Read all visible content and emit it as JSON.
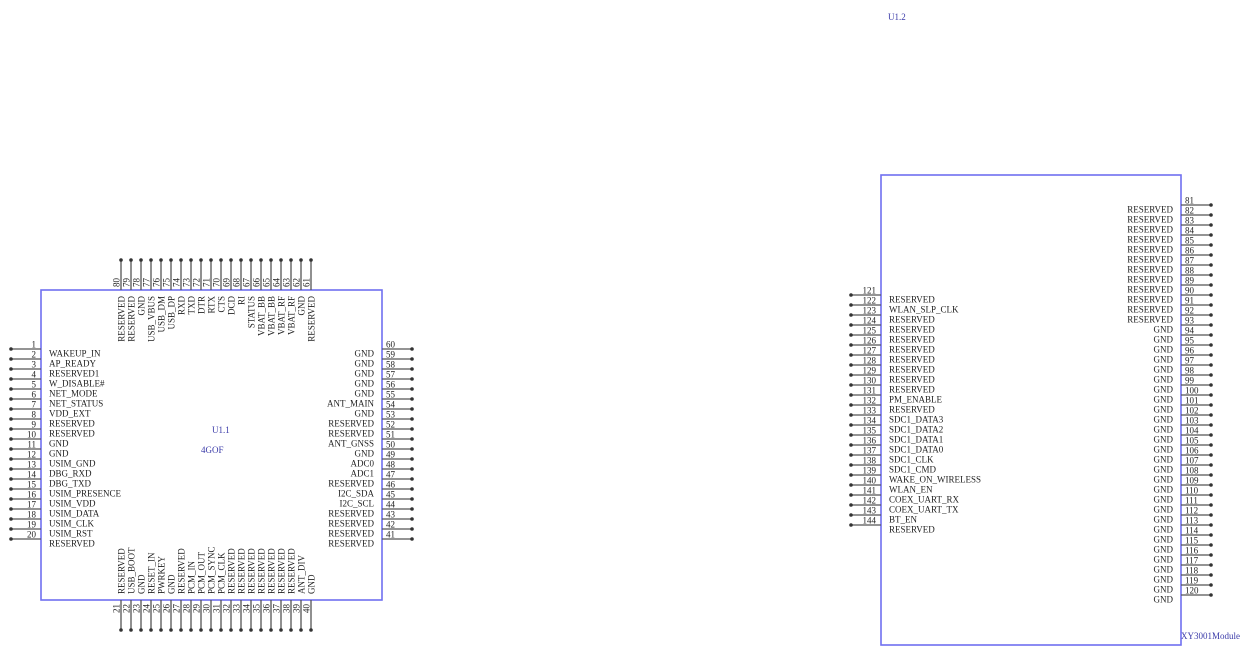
{
  "components": {
    "u11": {
      "ref": "U1.1",
      "value": "4GOF",
      "left_pins": [
        {
          "num": "1",
          "name": "WAKEUP_IN"
        },
        {
          "num": "2",
          "name": "AP_READY"
        },
        {
          "num": "3",
          "name": "RESERVED1"
        },
        {
          "num": "4",
          "name": "W_DISABLE#"
        },
        {
          "num": "5",
          "name": "NET_MODE"
        },
        {
          "num": "6",
          "name": "NET_STATUS"
        },
        {
          "num": "7",
          "name": "VDD_EXT"
        },
        {
          "num": "8",
          "name": "RESERVED"
        },
        {
          "num": "9",
          "name": "RESERVED"
        },
        {
          "num": "10",
          "name": "GND"
        },
        {
          "num": "11",
          "name": "GND"
        },
        {
          "num": "12",
          "name": "USIM_GND"
        },
        {
          "num": "13",
          "name": "DBG_RXD"
        },
        {
          "num": "14",
          "name": "DBG_TXD"
        },
        {
          "num": "15",
          "name": "USIM_PRESENCE"
        },
        {
          "num": "16",
          "name": "USIM_VDD"
        },
        {
          "num": "17",
          "name": "USIM_DATA"
        },
        {
          "num": "18",
          "name": "USIM_CLK"
        },
        {
          "num": "19",
          "name": "USIM_RST"
        },
        {
          "num": "20",
          "name": "RESERVED"
        }
      ],
      "bottom_pins": [
        {
          "num": "21",
          "name": "RESERVED"
        },
        {
          "num": "22",
          "name": "USB_BOOT"
        },
        {
          "num": "23",
          "name": "GND"
        },
        {
          "num": "24",
          "name": "RESET_IN"
        },
        {
          "num": "25",
          "name": "PWRKEY"
        },
        {
          "num": "26",
          "name": "GND"
        },
        {
          "num": "27",
          "name": "RESERVED"
        },
        {
          "num": "28",
          "name": "PCM_IN"
        },
        {
          "num": "29",
          "name": "PCM_OUT"
        },
        {
          "num": "30",
          "name": "PCM_SYNC"
        },
        {
          "num": "31",
          "name": "PCM_CLK"
        },
        {
          "num": "32",
          "name": "RESERVED"
        },
        {
          "num": "33",
          "name": "RESERVED"
        },
        {
          "num": "34",
          "name": "RESERVED"
        },
        {
          "num": "35",
          "name": "RESERVED"
        },
        {
          "num": "36",
          "name": "RESERVED"
        },
        {
          "num": "37",
          "name": "RESERVED"
        },
        {
          "num": "38",
          "name": "RESERVED"
        },
        {
          "num": "39",
          "name": "ANT_DIV"
        },
        {
          "num": "40",
          "name": "GND"
        }
      ],
      "right_pins": [
        {
          "num": "60",
          "name": "GND"
        },
        {
          "num": "59",
          "name": "GND"
        },
        {
          "num": "58",
          "name": "GND"
        },
        {
          "num": "57",
          "name": "GND"
        },
        {
          "num": "56",
          "name": "GND"
        },
        {
          "num": "55",
          "name": "ANT_MAIN"
        },
        {
          "num": "54",
          "name": "GND"
        },
        {
          "num": "53",
          "name": "RESERVED"
        },
        {
          "num": "52",
          "name": "RESERVED"
        },
        {
          "num": "51",
          "name": "ANT_GNSS"
        },
        {
          "num": "50",
          "name": "GND"
        },
        {
          "num": "49",
          "name": "ADC0"
        },
        {
          "num": "48",
          "name": "ADC1"
        },
        {
          "num": "47",
          "name": "RESERVED"
        },
        {
          "num": "46",
          "name": "I2C_SDA"
        },
        {
          "num": "45",
          "name": "I2C_SCL"
        },
        {
          "num": "44",
          "name": "RESERVED"
        },
        {
          "num": "43",
          "name": "RESERVED"
        },
        {
          "num": "42",
          "name": "RESERVED"
        },
        {
          "num": "41",
          "name": "RESERVED"
        }
      ],
      "top_pins": [
        {
          "num": "80",
          "name": "RESERVED"
        },
        {
          "num": "79",
          "name": "RESERVED"
        },
        {
          "num": "78",
          "name": "GND"
        },
        {
          "num": "77",
          "name": "USB_VBUS"
        },
        {
          "num": "76",
          "name": "USB_DM"
        },
        {
          "num": "75",
          "name": "USB_DP"
        },
        {
          "num": "74",
          "name": "RXD"
        },
        {
          "num": "73",
          "name": "TXD"
        },
        {
          "num": "72",
          "name": "DTR"
        },
        {
          "num": "71",
          "name": "RTX"
        },
        {
          "num": "70",
          "name": "CTS"
        },
        {
          "num": "69",
          "name": "DCD"
        },
        {
          "num": "68",
          "name": "RI"
        },
        {
          "num": "67",
          "name": "STATUS"
        },
        {
          "num": "66",
          "name": "VBAT_BB"
        },
        {
          "num": "65",
          "name": "VBAT_BB"
        },
        {
          "num": "64",
          "name": "VBAT_RF"
        },
        {
          "num": "63",
          "name": "VBAT_RF"
        },
        {
          "num": "62",
          "name": "GND"
        },
        {
          "num": "61",
          "name": "RESERVED"
        }
      ]
    },
    "u12": {
      "ref": "U1.2",
      "value": "XY3001Module",
      "left_pins": [
        {
          "num": "121",
          "name": "RESERVED"
        },
        {
          "num": "122",
          "name": "WLAN_SLP_CLK"
        },
        {
          "num": "123",
          "name": "RESERVED"
        },
        {
          "num": "124",
          "name": "RESERVED"
        },
        {
          "num": "125",
          "name": "RESERVED"
        },
        {
          "num": "126",
          "name": "RESERVED"
        },
        {
          "num": "127",
          "name": "RESERVED"
        },
        {
          "num": "128",
          "name": "RESERVED"
        },
        {
          "num": "129",
          "name": "RESERVED"
        },
        {
          "num": "130",
          "name": "RESERVED"
        },
        {
          "num": "131",
          "name": "PM_ENABLE"
        },
        {
          "num": "132",
          "name": "RESERVED"
        },
        {
          "num": "133",
          "name": "SDC1_DATA3"
        },
        {
          "num": "134",
          "name": "SDC1_DATA2"
        },
        {
          "num": "135",
          "name": "SDC1_DATA1"
        },
        {
          "num": "136",
          "name": "SDC1_DATA0"
        },
        {
          "num": "137",
          "name": "SDC1_CLK"
        },
        {
          "num": "138",
          "name": "SDC1_CMD"
        },
        {
          "num": "139",
          "name": "WAKE_ON_WIRELESS"
        },
        {
          "num": "140",
          "name": "WLAN_EN"
        },
        {
          "num": "141",
          "name": "COEX_UART_RX"
        },
        {
          "num": "142",
          "name": "COEX_UART_TX"
        },
        {
          "num": "143",
          "name": "BT_EN"
        },
        {
          "num": "144",
          "name": "RESERVED"
        }
      ],
      "right_pins": [
        {
          "num": "81",
          "name": "RESERVED"
        },
        {
          "num": "82",
          "name": "RESERVED"
        },
        {
          "num": "83",
          "name": "RESERVED"
        },
        {
          "num": "84",
          "name": "RESERVED"
        },
        {
          "num": "85",
          "name": "RESERVED"
        },
        {
          "num": "86",
          "name": "RESERVED"
        },
        {
          "num": "87",
          "name": "RESERVED"
        },
        {
          "num": "88",
          "name": "RESERVED"
        },
        {
          "num": "89",
          "name": "RESERVED"
        },
        {
          "num": "90",
          "name": "RESERVED"
        },
        {
          "num": "91",
          "name": "RESERVED"
        },
        {
          "num": "92",
          "name": "RESERVED"
        },
        {
          "num": "93",
          "name": "GND"
        },
        {
          "num": "94",
          "name": "GND"
        },
        {
          "num": "95",
          "name": "GND"
        },
        {
          "num": "96",
          "name": "GND"
        },
        {
          "num": "97",
          "name": "GND"
        },
        {
          "num": "98",
          "name": "GND"
        },
        {
          "num": "99",
          "name": "GND"
        },
        {
          "num": "100",
          "name": "GND"
        },
        {
          "num": "101",
          "name": "GND"
        },
        {
          "num": "102",
          "name": "GND"
        },
        {
          "num": "103",
          "name": "GND"
        },
        {
          "num": "104",
          "name": "GND"
        },
        {
          "num": "105",
          "name": "GND"
        },
        {
          "num": "106",
          "name": "GND"
        },
        {
          "num": "107",
          "name": "GND"
        },
        {
          "num": "108",
          "name": "GND"
        },
        {
          "num": "109",
          "name": "GND"
        },
        {
          "num": "110",
          "name": "GND"
        },
        {
          "num": "111",
          "name": "GND"
        },
        {
          "num": "112",
          "name": "GND"
        },
        {
          "num": "113",
          "name": "GND"
        },
        {
          "num": "114",
          "name": "GND"
        },
        {
          "num": "115",
          "name": "GND"
        },
        {
          "num": "116",
          "name": "GND"
        },
        {
          "num": "117",
          "name": "GND"
        },
        {
          "num": "118",
          "name": "GND"
        },
        {
          "num": "119",
          "name": "GND"
        },
        {
          "num": "120",
          "name": "GND"
        }
      ]
    }
  },
  "colors": {
    "outline": "#7070f0",
    "ref_text": "#3a3aa8",
    "pin": "#555555"
  }
}
